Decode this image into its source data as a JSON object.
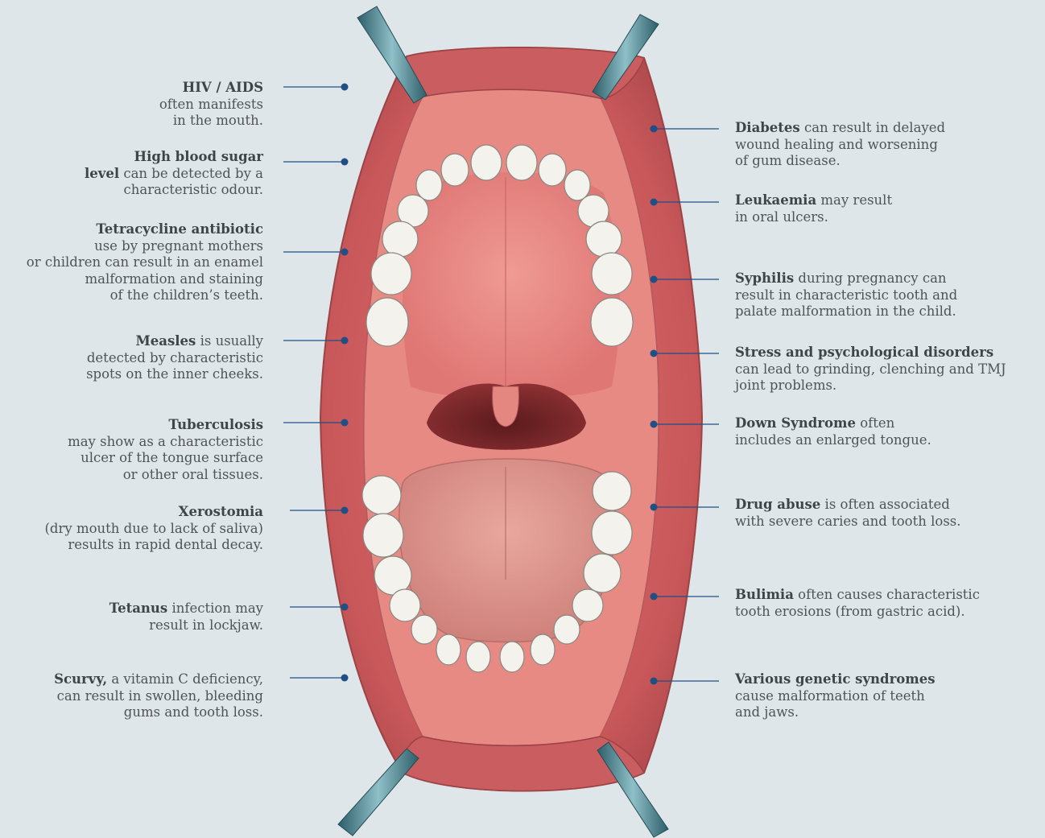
{
  "colors": {
    "background": "#dfe6ea",
    "leader_line": "#1f4f84",
    "lip": "#c9585a",
    "palate": "#e37e79",
    "tongue": "#d98c84",
    "teeth": "#f4f2ec",
    "retractor": "#3f7f8c"
  },
  "left_annotations": [
    {
      "bold": "HIV / AIDS",
      "text": "often manifests\nin the mouth."
    },
    {
      "bold": "High blood sugar\nlevel",
      "text": " can be detected by a\ncharacteristic odour."
    },
    {
      "bold": "Tetracycline antibiotic",
      "text": "use by pregnant mothers\nor children can result in an enamel\nmalformation and staining\nof the children’s teeth."
    },
    {
      "bold": "Measles",
      "text": " is usually\ndetected by characteristic\nspots on the inner cheeks."
    },
    {
      "bold": "Tuberculosis",
      "text": "may show as a characteristic\nulcer of the tongue surface\nor other oral tissues."
    },
    {
      "bold": "Xerostomia",
      "text": "(dry mouth due to lack of saliva)\nresults in rapid dental decay."
    },
    {
      "bold": "Tetanus",
      "text": " infection may\nresult in lockjaw."
    },
    {
      "bold": "Scurvy,",
      "text": " a vitamin C deficiency,\ncan result in swollen, bleeding\ngums and tooth loss."
    }
  ],
  "right_annotations": [
    {
      "bold": "Diabetes",
      "text": " can result in delayed\nwound healing and worsening\nof gum disease."
    },
    {
      "bold": "Leukaemia",
      "text": " may result\nin oral ulcers."
    },
    {
      "bold": "Syphilis",
      "text": " during pregnancy can\nresult in characteristic tooth and\npalate malformation in the child."
    },
    {
      "bold": "Stress and psychological disorders",
      "text": "can lead to grinding, clenching and TMJ\njoint problems."
    },
    {
      "bold": "Down Syndrome",
      "text": " often\nincludes an enlarged tongue."
    },
    {
      "bold": "Drug abuse",
      "text": " is often associated\nwith severe caries and tooth loss."
    },
    {
      "bold": "Bulimia",
      "text": " often causes characteristic\ntooth erosions (from gastric acid)."
    },
    {
      "bold": "Various genetic syndromes",
      "text": "cause malformation of teeth\nand jaws."
    }
  ]
}
